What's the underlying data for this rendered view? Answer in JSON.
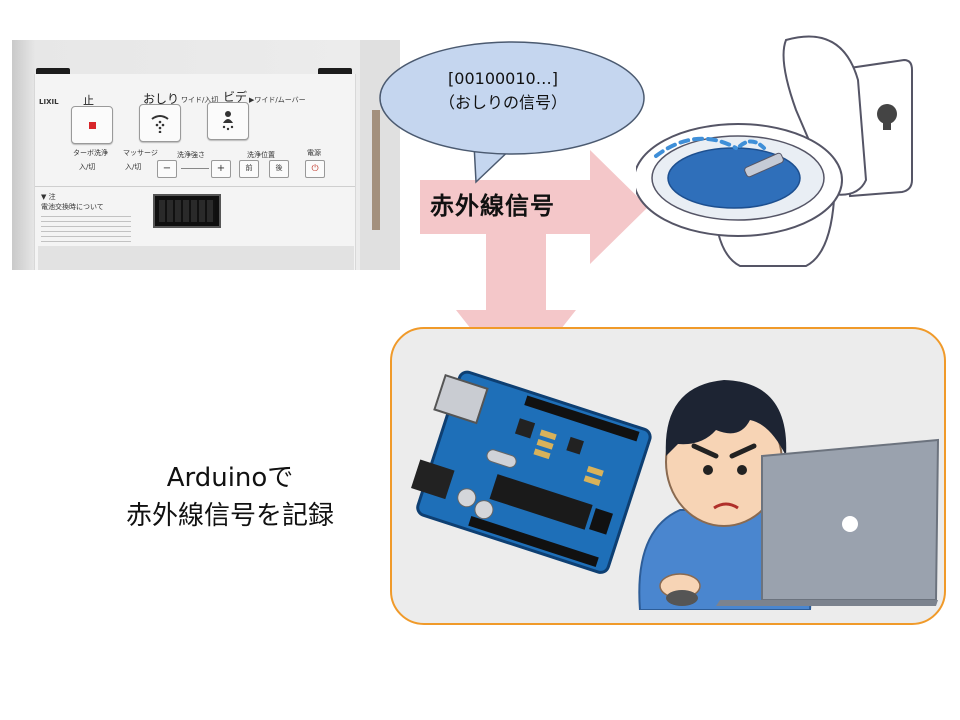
{
  "remote": {
    "brand": "LIXIL",
    "stop_label": "止",
    "oshiri_label": "おしり",
    "oshiri_sub": "ワイド/入切",
    "bidet_label": "ビデ",
    "bidet_sub": "▶ワイド/ムーバー",
    "turbo_label": "ターボ洗浄",
    "turbo_sub": "入/切",
    "massage_label": "マッサージ",
    "massage_sub": "入/切",
    "pressure_label": "洗浄強さ",
    "pressure_minus": "−",
    "pressure_plus": "+",
    "position_label": "洗浄位置",
    "position_front": "前",
    "position_back": "後",
    "power_label": "電源",
    "notice_header": "▼ 注",
    "notice_title": "電池交換時について"
  },
  "bubble": {
    "line1": "[00100010…]",
    "line2": "（おしりの信号）"
  },
  "arrow_label": "赤外線信号",
  "caption": {
    "line1": "Arduinoで",
    "line2": "赤外線信号を記録"
  },
  "colors": {
    "arrow": "#f4c7c9",
    "bubble_fill": "#c5d6ef",
    "box_border": "#f09a2a",
    "box_fill": "#ececec",
    "arduino_board": "#1e6fb8",
    "toilet_water": "#2f6fba"
  },
  "icons": {
    "toilet": "toilet-illustration",
    "arduino": "arduino-board-illustration",
    "person": "man-at-laptop-illustration"
  }
}
